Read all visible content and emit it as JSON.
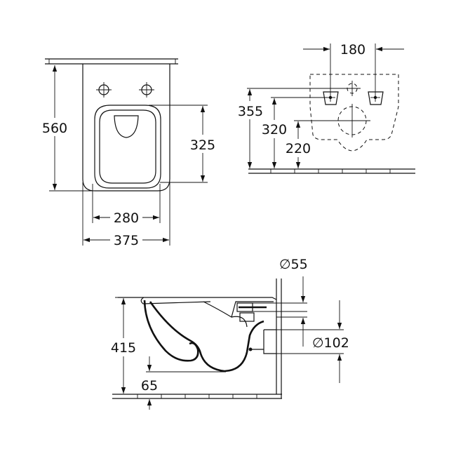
{
  "top_view": {
    "dim_length": "560",
    "dim_seat_length": "325",
    "dim_seat_width": "280",
    "dim_total_width": "375"
  },
  "back_view": {
    "dim_bolt_spacing": "180",
    "dim_height_355": "355",
    "dim_height_320": "320",
    "dim_height_220": "220"
  },
  "side_view": {
    "dim_inlet_diameter": "∅55",
    "dim_outlet_diameter": "∅102",
    "dim_height": "415",
    "dim_floor_offset": "65"
  }
}
